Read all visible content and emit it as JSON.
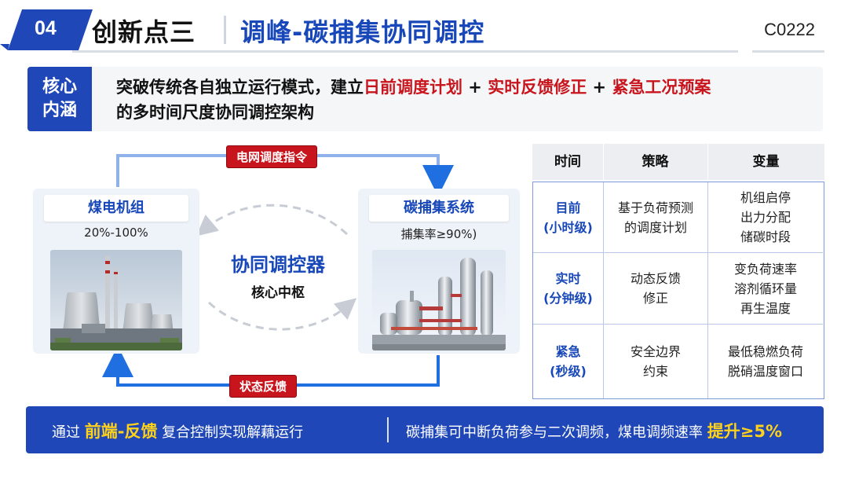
{
  "header": {
    "number": "04",
    "title": "创新点三",
    "subtitle": "调峰-碳捕集协同调控",
    "code": "C0222"
  },
  "core": {
    "label_line1": "核心",
    "label_line2": "内涵",
    "text_part1": "突破传统各自独立运行模式，建立",
    "text_red1": "日前调度计划",
    "text_plus1": " + ",
    "text_red2": "实时反馈修正",
    "text_plus2": " + ",
    "text_red3": "紧急工况预案",
    "text_part2": "的多时间尺度协同调控架构"
  },
  "diagram": {
    "top_tag": "电网调度指令",
    "bottom_tag": "状态反馈",
    "left_card": {
      "title": "煤电机组",
      "subtitle": "20%-100%"
    },
    "right_card": {
      "title": "碳捕集系统",
      "subtitle": "捕集率≥90%)"
    },
    "center_title": "协同调控器",
    "center_subtitle": "核心中枢"
  },
  "table": {
    "headers": [
      "时间",
      "策略",
      "变量"
    ],
    "rows": [
      {
        "time1": "目前",
        "time2": "(小时级)",
        "strategy1": "基于负荷预测",
        "strategy2": "的调度计划",
        "var1": "机组启停",
        "var2": "出力分配",
        "var3": "储碳时段"
      },
      {
        "time1": "实时",
        "time2": "(分钟级)",
        "strategy1": "动态反馈",
        "strategy2": "修正",
        "var1": "变负荷速率",
        "var2": "溶剂循环量",
        "var3": "再生温度"
      },
      {
        "time1": "紧急",
        "time2": "(秒级)",
        "strategy1": "安全边界",
        "strategy2": "约束",
        "var1": "最低稳燃负荷",
        "var2": "脱硝温度窗口"
      }
    ]
  },
  "footer": {
    "left_pre": "通过 ",
    "left_hl": "前端-反馈",
    "left_post": " 复合控制实现解藕运行",
    "right_pre": "碳捕集可中断负荷参与二次调频，煤电调频速率 ",
    "right_hl": "提升≥5%"
  },
  "colors": {
    "brand_blue": "#1f47b8",
    "accent_red": "#c8141c",
    "highlight_yellow": "#ffd21a"
  },
  "icons": [
    "power-plant-image",
    "carbon-capture-image",
    "arrow-icon"
  ]
}
